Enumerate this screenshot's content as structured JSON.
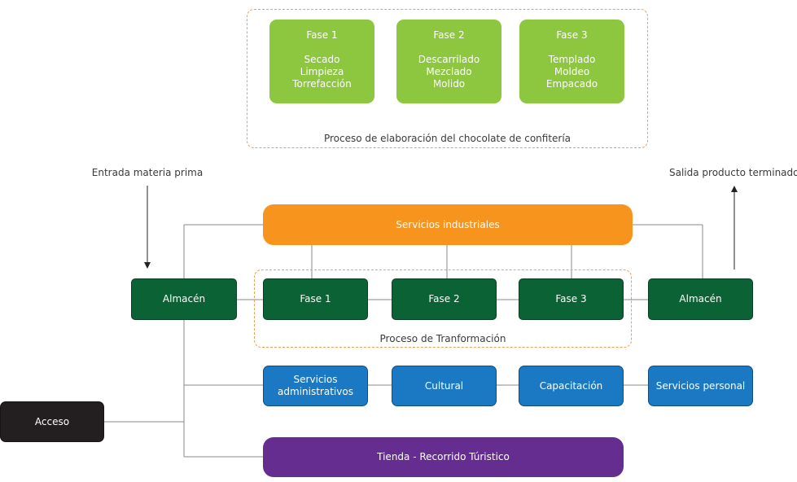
{
  "top_process": {
    "phases": [
      {
        "title": "Fase 1",
        "steps": [
          "Secado",
          "Limpieza",
          "Torrefacción"
        ]
      },
      {
        "title": "Fase 2",
        "steps": [
          "Descarrilado",
          "Mezclado",
          "Molido"
        ]
      },
      {
        "title": "Fase 3",
        "steps": [
          "Templado",
          "Moldeo",
          "Empacado"
        ]
      }
    ],
    "caption": "Proceso de elaboración del chocolate de confitería"
  },
  "flow": {
    "entrada_label": "Entrada materia prima",
    "salida_label": "Salida producto terminado",
    "servicios_industriales": "Servicios industriales",
    "almacen_in": "Almacén",
    "almacen_out": "Almacén",
    "fases": [
      "Fase 1",
      "Fase 2",
      "Fase 3"
    ],
    "transform_caption": "Proceso de Tranformación",
    "services": [
      "Servicios administrativos",
      "Cultural",
      "Capacitación",
      "Servicios personal"
    ],
    "acceso": "Acceso",
    "tienda": "Tienda - Recorrido Túristico"
  },
  "colors": {
    "phase_green": "#8dc63f",
    "dark_green": "#0b6335",
    "blue": "#1b78c2",
    "orange": "#f7941d",
    "purple": "#662d91",
    "black": "#231f20",
    "dashed_border": "#f0a050"
  }
}
